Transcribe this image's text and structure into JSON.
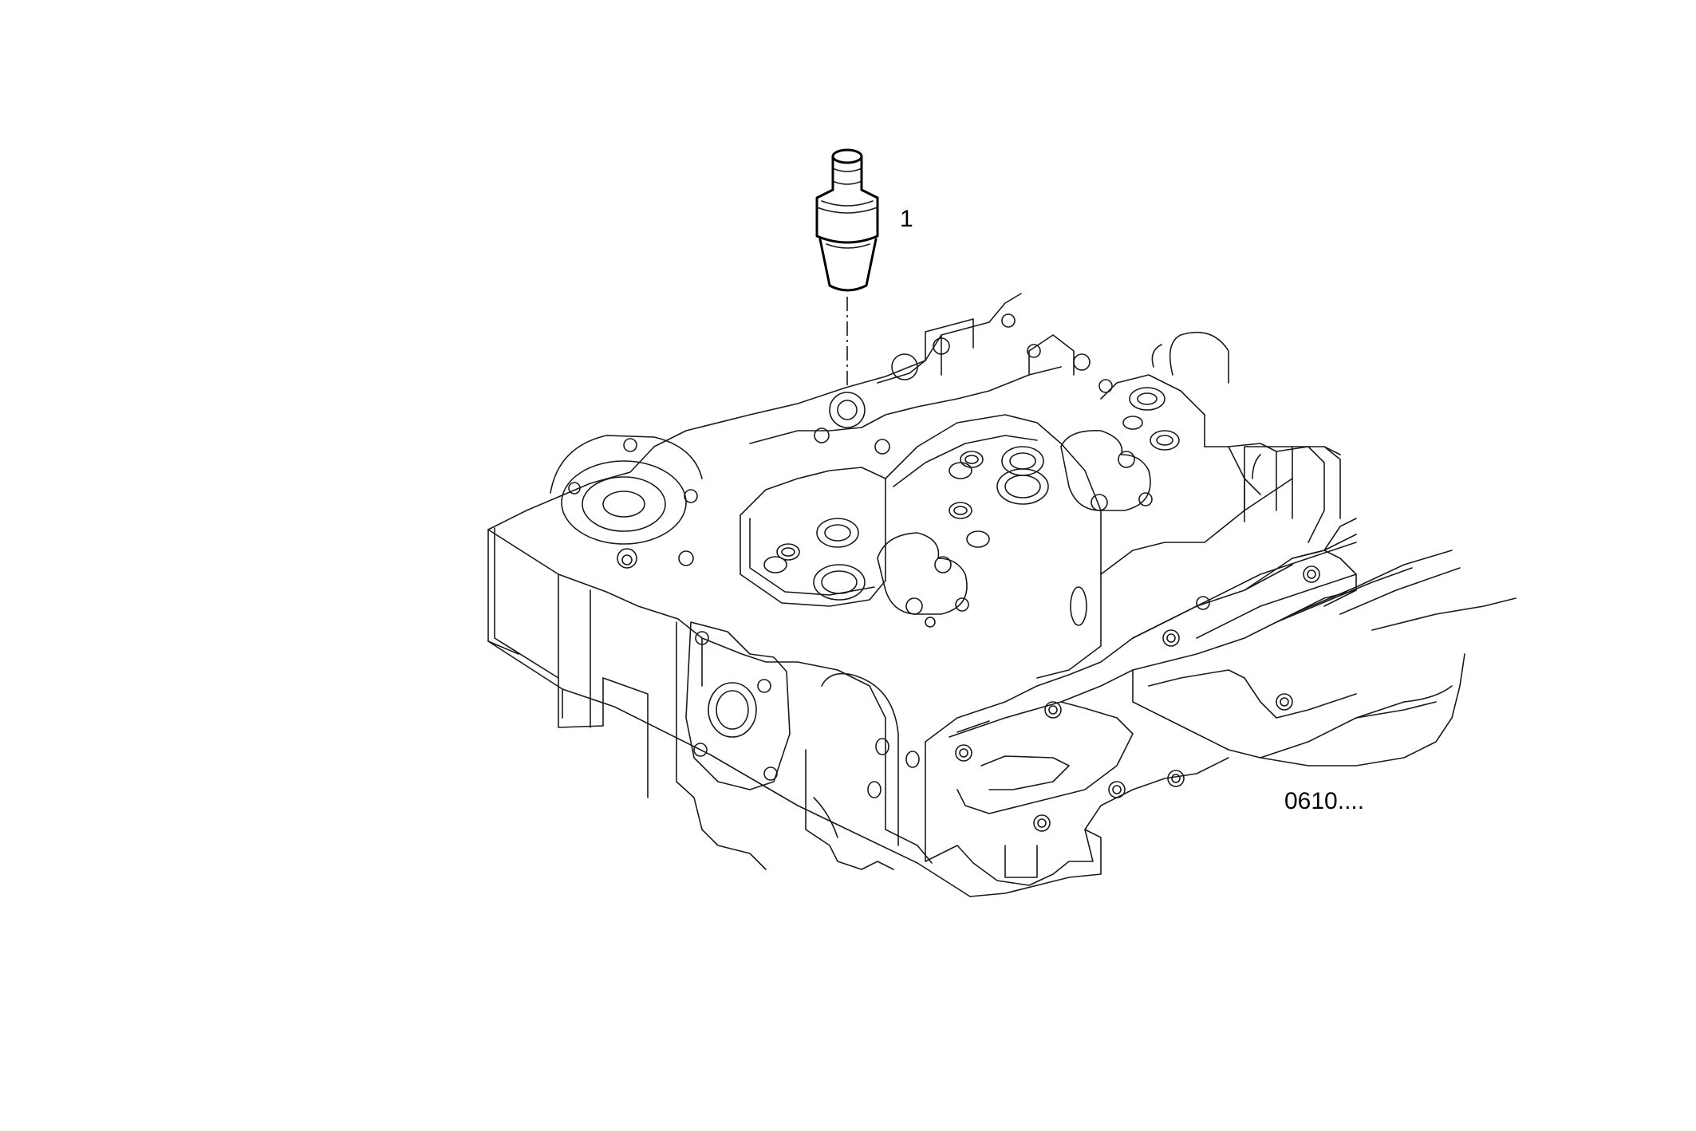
{
  "callouts": [
    {
      "id": "valve",
      "label": "1"
    }
  ],
  "figure_code": "0610....",
  "line_color": "#1a1a1a",
  "background_color": "#ffffff"
}
